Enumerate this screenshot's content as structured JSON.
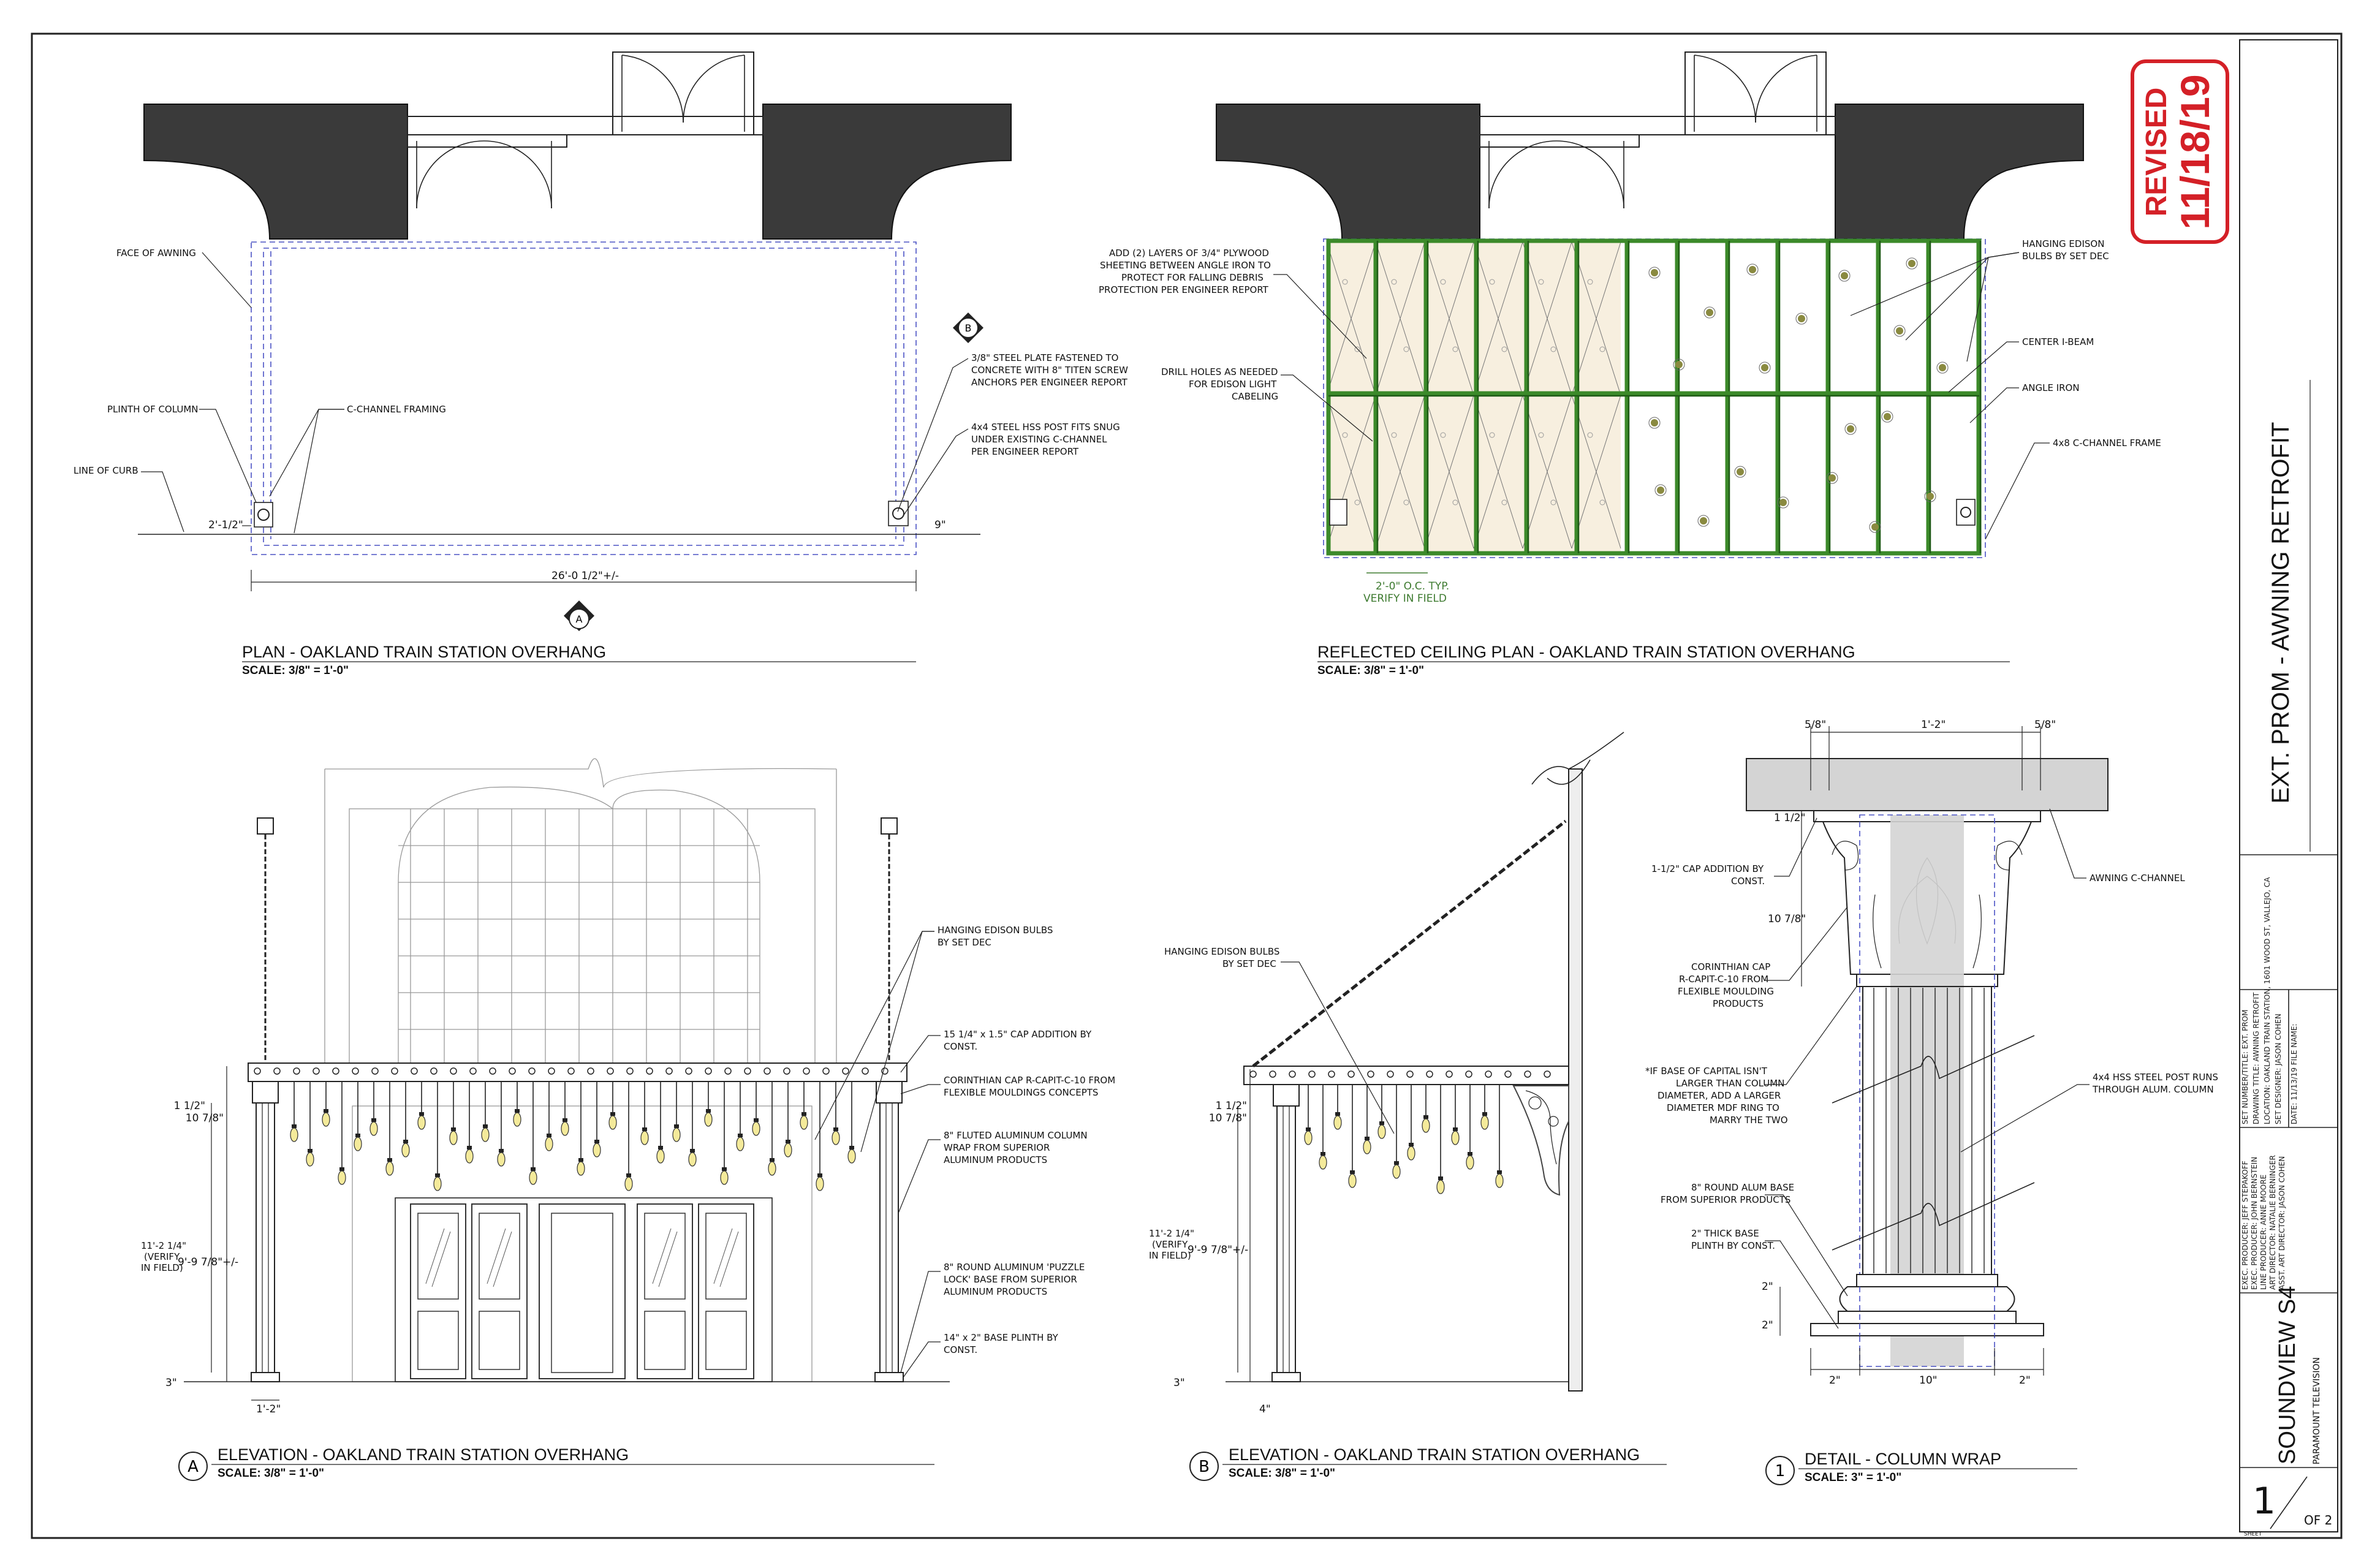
{
  "stamp": {
    "line1": "REVISED",
    "line2": "11/18/19",
    "color": "#d42027"
  },
  "plan": {
    "title": "PLAN - OAKLAND TRAIN STATION OVERHANG",
    "scale": "SCALE: 3/8\" = 1'-0\"",
    "notes": {
      "face_of_awning": "FACE OF AWNING",
      "plinth_of_column": "PLINTH OF COLUMN",
      "c_channel_framing": "C-CHANNEL FRAMING",
      "line_of_curb": "LINE OF CURB",
      "steel_plate": [
        "3/8\" STEEL PLATE FASTENED TO",
        "CONCRETE WITH 8\" TITEN SCREW",
        "ANCHORS PER ENGINEER REPORT"
      ],
      "hss_post": [
        "4x4 STEEL HSS POST FITS SNUG",
        "UNDER EXISTING C-CHANNEL",
        "PER ENGINEER REPORT"
      ]
    },
    "dims": {
      "left_offset": "2'-1/2\"",
      "right_offset": "9\"",
      "overall": "26'-0 1/2\"+/-"
    },
    "markers": {
      "b": "B",
      "a": "A"
    }
  },
  "rcp": {
    "title": "REFLECTED CEILING PLAN - OAKLAND TRAIN STATION OVERHANG",
    "scale": "SCALE: 3/8\" = 1'-0\"",
    "notes": {
      "plywood": [
        "ADD (2) LAYERS OF 3/4\" PLYWOOD",
        "SHEETING BETWEEN ANGLE IRON TO",
        "PROTECT FOR FALLING DEBRIS",
        "PROTECTION PER ENGINEER REPORT"
      ],
      "drill": [
        "DRILL HOLES AS NEEDED",
        "FOR EDISON LIGHT",
        "CABELING"
      ],
      "hanging": [
        "HANGING EDISON",
        "BULBS BY SET DEC"
      ],
      "center_ibeam": "CENTER I-BEAM",
      "angle_iron": "ANGLE IRON",
      "c_frame": "4x8 C-CHANNEL FRAME"
    },
    "spacing": [
      "2'-0\" O.C. TYP.",
      "VERIFY IN FIELD"
    ]
  },
  "elev_a": {
    "marker": "A",
    "title": "ELEVATION - OAKLAND TRAIN STATION OVERHANG",
    "scale": "SCALE: 3/8\" = 1'-0\"",
    "notes": {
      "bulbs": [
        "HANGING EDISON BULBS",
        "BY SET DEC"
      ],
      "cap": [
        "15 1/4\" x 1.5\" CAP ADDITION BY",
        "CONST."
      ],
      "corinthian": [
        "CORINTHIAN CAP R-CAPIT-C-10 FROM",
        "FLEXIBLE MOULDINGS CONCEPTS"
      ],
      "fluted": [
        "8\" FLUTED ALUMINUM COLUMN",
        "WRAP FROM SUPERIOR",
        "ALUMINUM PRODUCTS"
      ],
      "base": [
        "8\" ROUND ALUMINUM 'PUZZLE",
        "LOCK' BASE FROM SUPERIOR",
        "ALUMINUM PRODUCTS"
      ],
      "plinth": [
        "14\" x 2\" BASE PLINTH BY",
        "CONST."
      ]
    },
    "dims": {
      "d1": "1 1/2\"",
      "d2": "10 7/8\"",
      "d3": [
        "11'-2 1/4\"",
        "(VERIFY",
        "IN FIELD)"
      ],
      "d4": "9'-9 7/8\"+/-",
      "d5": "3\"",
      "d6": "1'-2\""
    }
  },
  "elev_b": {
    "marker": "B",
    "title": "ELEVATION - OAKLAND TRAIN STATION OVERHANG",
    "scale": "SCALE: 3/8\" = 1'-0\"",
    "notes": {
      "bulbs": [
        "HANGING EDISON BULBS",
        "BY SET DEC"
      ]
    },
    "dims": {
      "d1": "1 1/2\"",
      "d2": "10 7/8\"",
      "d3": [
        "11'-2 1/4\"",
        "(VERIFY",
        "IN FIELD)"
      ],
      "d4": "9'-9 7/8\"+/-",
      "d5": "3\"",
      "d6": "4\""
    }
  },
  "detail": {
    "marker": "1",
    "title": "DETAIL - COLUMN WRAP",
    "scale": "SCALE: 3\" = 1'-0\"",
    "notes": {
      "cap": [
        "1-1/2\" CAP ADDITION BY",
        "CONST."
      ],
      "corinthian": [
        "CORINTHIAN CAP",
        "R-CAPIT-C-10 FROM",
        "FLEXIBLE MOULDING",
        "PRODUCTS"
      ],
      "if_base": [
        "*IF BASE OF CAPITAL ISN'T",
        "LARGER THAN COLUMN",
        "DIAMETER, ADD A LARGER",
        "DIAMETER MDF RING TO",
        "MARRY THE TWO"
      ],
      "round_base": [
        "8\" ROUND ALUM BASE",
        "FROM SUPERIOR PRODUCTS"
      ],
      "thick_base": [
        "2\" THICK BASE",
        "PLINTH BY CONST."
      ],
      "awning": "AWNING C-CHANNEL",
      "hss": [
        "4x4 HSS STEEL POST RUNS",
        "THROUGH ALUM. COLUMN"
      ]
    },
    "dims": {
      "t1": "5/8\"",
      "t2": "1'-2\"",
      "t3": "5/8\"",
      "l1": "1 1/2\"",
      "l2": "10 7/8\"",
      "l3": "2\"",
      "l4": "2\"",
      "b1": "2\"",
      "b2": "10\"",
      "b3": "2\""
    }
  },
  "titleblock": {
    "project": "EXT. PROM - AWNING RETROFIT",
    "fields": [
      "SET NUMBER/TITLE:   EXT. PROM",
      "DRAWING TITLE:   AWNING RETROFIT",
      "LOCATION:   OAKLAND TRAIN STATION, 1601 WOOD ST, VALLEJO, CA",
      "SET DESIGNER:   JASON COHEN",
      "DATE:   11/13/19          FILE NAME:"
    ],
    "credits": [
      "EXEC. PRODUCER: JEFF STEPAKOFF",
      "EXEC. PRODUCER: JOHN BERNSTEIN",
      "LINE PRODUCER: ANNE MOORE",
      "ART DIRECTOR: NATALIE BERNINGER",
      "ASST. ART DIRECTOR: JASON COHEN"
    ],
    "show": "SOUNDVIEW S4",
    "network": "PARAMOUNT TELEVISION",
    "sheet": "1",
    "of": "OF 2",
    "sheet_label": "SHEET"
  }
}
